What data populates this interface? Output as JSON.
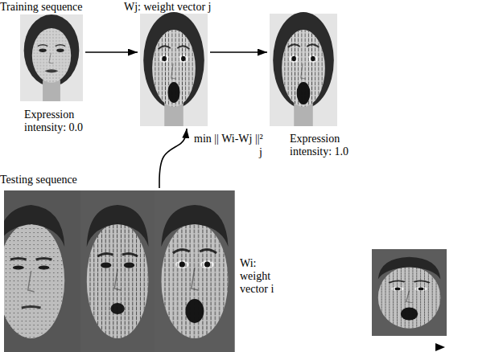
{
  "diagram": {
    "nodes": [
      {
        "text": [
          "Training sequence",
          "Expression intensity: 0.0"
        ]
      },
      {
        "text": [
          "Wj: weight vector j"
        ]
      },
      {
        "text": [
          "Expression intensity: 1.0"
        ]
      },
      {
        "text": [
          "Testing sequence",
          "Wi: weight vector i"
        ]
      }
    ],
    "edges": [
      {
        "from": 0,
        "to": 1,
        "arrow": "to"
      },
      {
        "from": 1,
        "to": 2,
        "arrow": "to"
      },
      {
        "from": 3,
        "to": 1,
        "arrow": "to",
        "label": "min || Wi-Wj ||²"
      }
    ],
    "labels": [
      "j"
    ]
  }
}
